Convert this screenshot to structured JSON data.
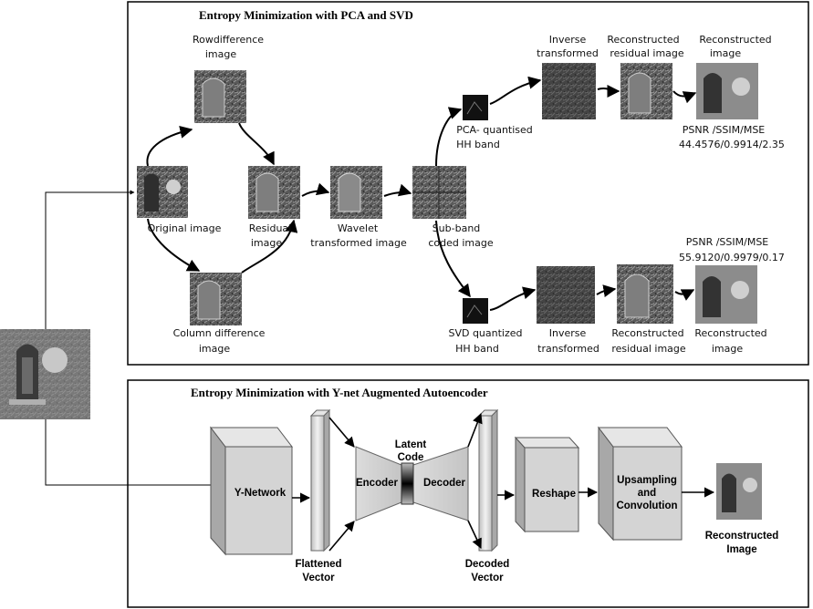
{
  "top_panel": {
    "title": "Entropy Minimization with PCA and SVD",
    "labels": {
      "row_diff_1": "Rowdifference",
      "row_diff_2": "image",
      "original": "Original image",
      "residual_1": "Residual",
      "residual_2": "image",
      "wavelet_1": "Wavelet",
      "wavelet_2": "transformed image",
      "subband_1": "Sub-band",
      "subband_2": "coded image",
      "col_diff_1": "Column difference",
      "col_diff_2": "image",
      "pca_hh_1": "PCA- quantised",
      "pca_hh_2": "HH band",
      "inv_top_1": "Inverse",
      "inv_top_2": "transformed",
      "recres_top_1": "Reconstructed",
      "recres_top_2": "residual image",
      "rec_top_1": "Reconstructed",
      "rec_top_2": "image",
      "metrics_top_1": "PSNR /SSIM/MSE",
      "metrics_top_2": "44.4576/0.9914/2.35",
      "metrics_bot_1": "PSNR /SSIM/MSE",
      "metrics_bot_2": "55.9120/0.9979/0.17",
      "svd_hh_1": "SVD quantized",
      "svd_hh_2": "HH band",
      "inv_bot_1": "Inverse",
      "inv_bot_2": "transformed",
      "recres_bot_1": "Reconstructed",
      "recres_bot_2": "residual image",
      "rec_bot_1": "Reconstructed",
      "rec_bot_2": "image"
    }
  },
  "bottom_panel": {
    "title": "Entropy Minimization with Y-net Augmented Autoencoder",
    "labels": {
      "y_network": "Y-Network",
      "latent_1": "Latent",
      "latent_2": "Code",
      "encoder": "Encoder",
      "decoder": "Decoder",
      "flattened_1": "Flattened",
      "flattened_2": "Vector",
      "decoded_1": "Decoded",
      "decoded_2": "Vector",
      "reshape": "Reshape",
      "upsampling_1": "Upsampling",
      "upsampling_2": "and",
      "upsampling_3": "Convolution",
      "reconstructed_1": "Reconstructed",
      "reconstructed_2": "Image"
    }
  },
  "colors": {
    "border": "#000000",
    "block_face": "#d4d4d4",
    "block_side": "#a8a8a8",
    "block_top": "#e6e6e6",
    "image_gray": "#6e6e6e",
    "image_dark": "#1a1a1a"
  }
}
